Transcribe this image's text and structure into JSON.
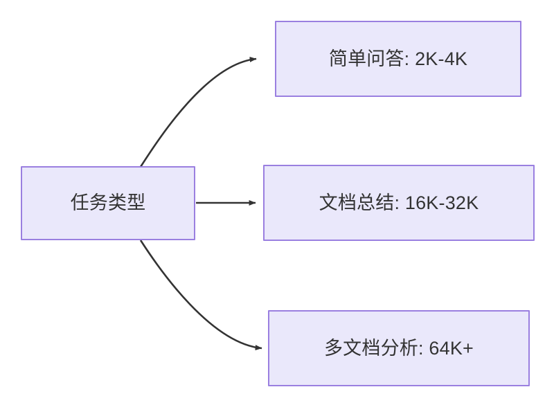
{
  "diagram": {
    "type": "flowchart",
    "direction": "left-to-right",
    "background_color": "#ffffff",
    "node_fill_color": "#eae8fb",
    "node_border_color": "#9a7fe0",
    "node_text_color": "#333333",
    "edge_color": "#333333",
    "source_node": {
      "id": "task-type",
      "label": "任务类型"
    },
    "target_nodes": [
      {
        "id": "simple-qa",
        "label": "简单问答: 2K-4K"
      },
      {
        "id": "doc-summary",
        "label": "文档总结: 16K-32K"
      },
      {
        "id": "multi-doc",
        "label": "多文档分析: 64K+"
      }
    ],
    "edges": [
      {
        "id": "edge-to-simple-qa",
        "from": "task-type",
        "to": "simple-qa",
        "style": "curved",
        "arrowhead": "filled-triangle"
      },
      {
        "id": "edge-to-doc-summary",
        "from": "task-type",
        "to": "doc-summary",
        "style": "straight",
        "arrowhead": "filled-triangle"
      },
      {
        "id": "edge-to-multi-doc",
        "from": "task-type",
        "to": "multi-doc",
        "style": "curved",
        "arrowhead": "filled-triangle"
      }
    ]
  }
}
